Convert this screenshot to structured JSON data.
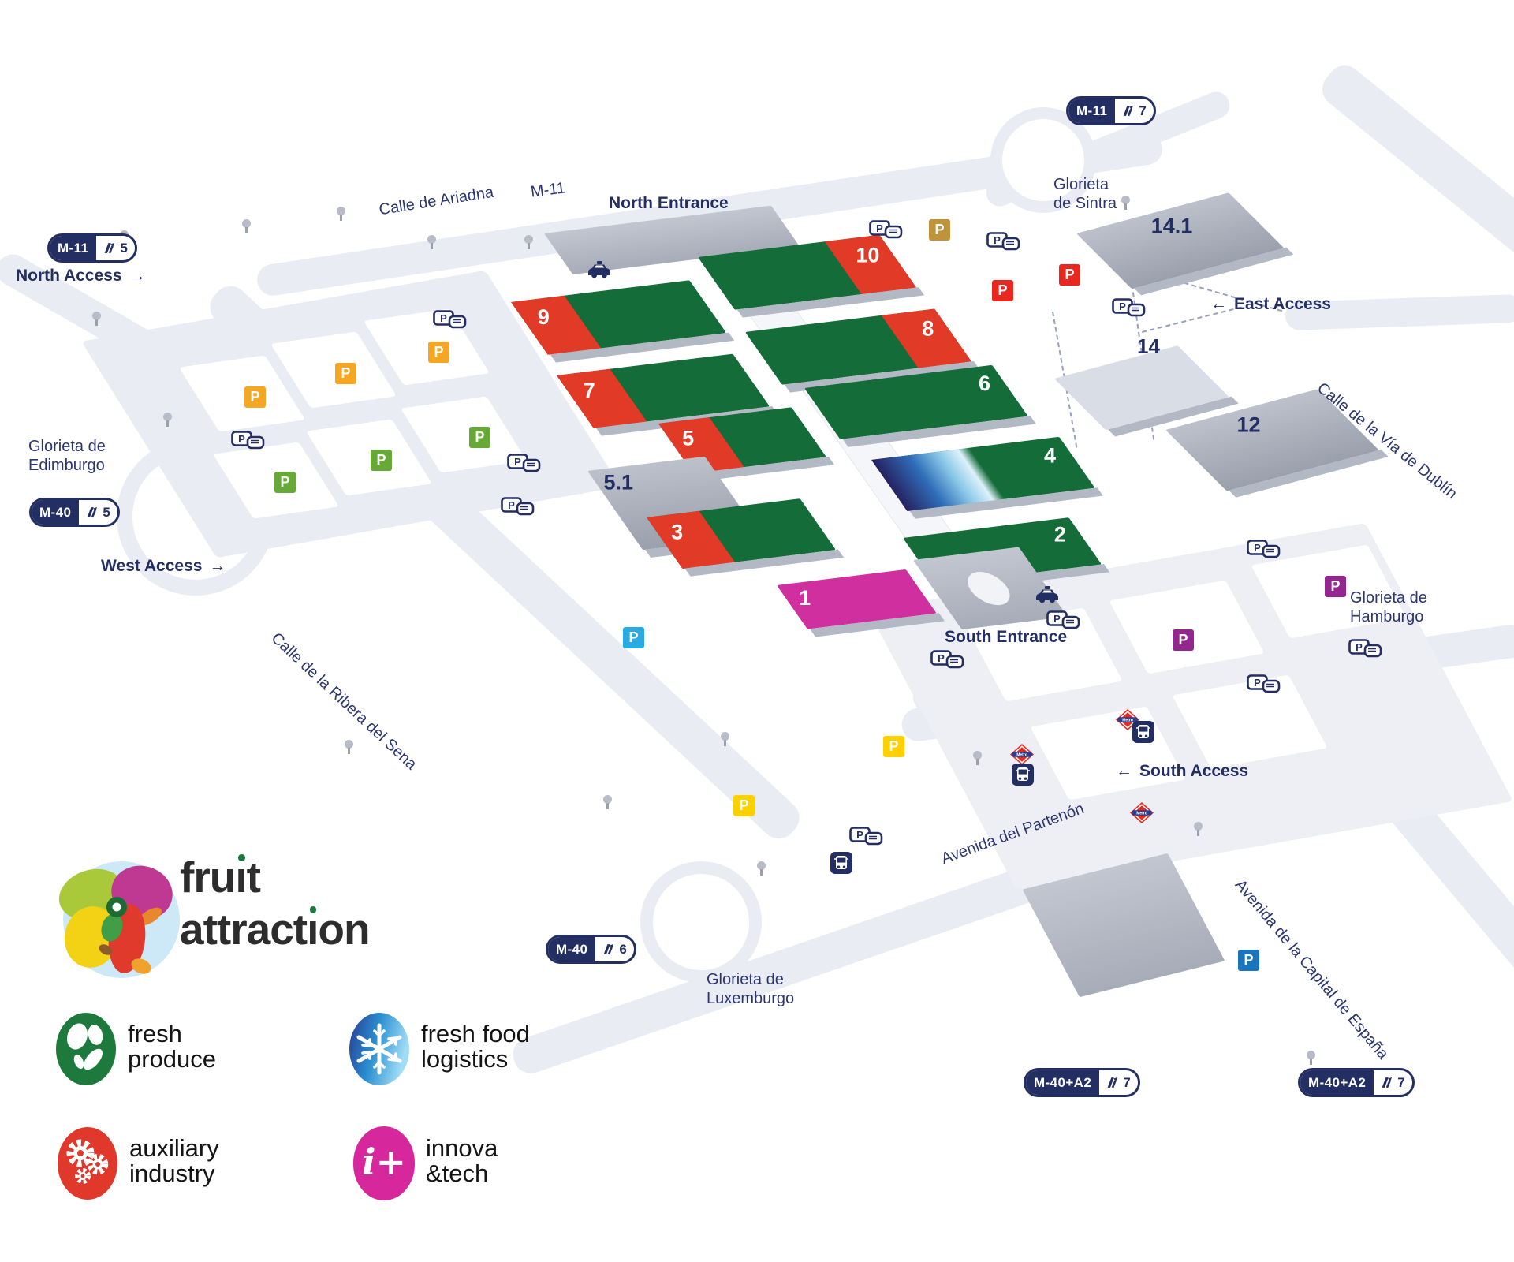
{
  "colors": {
    "navy": "#232e63",
    "hall_green": "#146c38",
    "auxiliary_red": "#e13a26",
    "innova_magenta": "#cf2f9f",
    "logistics_blue_dark": "#262262",
    "logistics_blue_light": "#8ecbe9",
    "hall_gray": "#a6acb8",
    "parking_orange": "#f5a623",
    "parking_green": "#67a937",
    "parking_gold": "#c0923a",
    "parking_red": "#e8281e",
    "parking_cyan": "#29abe2",
    "parking_yellow": "#fdd000",
    "parking_purple": "#93268f",
    "parking_blue": "#1b75bc",
    "metro_red": "#e8281e",
    "road_gray": "#e9ecf3"
  },
  "logo": {
    "fruit_parts": [
      "fru",
      "ı",
      "t"
    ],
    "attraction_parts": [
      "attract",
      "ı",
      "on"
    ]
  },
  "legend": {
    "fresh_produce": {
      "line1": "fresh",
      "line2": "produce"
    },
    "fresh_food_logistics": {
      "line1": "fresh food",
      "line2": "logistics"
    },
    "auxiliary_industry": {
      "line1": "auxiliary",
      "line2": "industry"
    },
    "innova_tech": {
      "line1": "innova",
      "line2": "&tech",
      "icon_text": "i+"
    }
  },
  "badges": {
    "m11_7": {
      "road": "M-11",
      "exit": "7"
    },
    "m11_5": {
      "road": "M-11",
      "exit": "5"
    },
    "m40_5": {
      "road": "M-40",
      "exit": "5"
    },
    "m40_6": {
      "road": "M-40",
      "exit": "6"
    },
    "m40a2_7a": {
      "road": "M-40+A2",
      "exit": "7"
    },
    "m40a2_7b": {
      "road": "M-40+A2",
      "exit": "7"
    }
  },
  "access": {
    "north": {
      "text": "North Access",
      "arrow": "→"
    },
    "east": {
      "text": "East Access",
      "arrow": "←"
    },
    "west": {
      "text": "West Access",
      "arrow": "→"
    },
    "south": {
      "text": "South Access",
      "arrow": "←"
    }
  },
  "entrances": {
    "north": "North Entrance",
    "south": "South Entrance"
  },
  "streets": {
    "ariadna": "Calle de Ariadna",
    "m11": "M-11",
    "sena": "Calle de la Ribera del Sena",
    "dublin": "Calle de la Vía de Dublín",
    "partenon": "Avenida del Partenón",
    "capital": "Avenida de la Capital de España"
  },
  "roundabouts": {
    "sintra": {
      "line1": "Glorieta",
      "line2": "de Sintra"
    },
    "edimburgo": {
      "line1": "Glorieta de",
      "line2": "Edimburgo"
    },
    "hamburgo": {
      "line1": "Glorieta de",
      "line2": "Hamburgo"
    },
    "luxemburgo": {
      "line1": "Glorieta de",
      "line2": "Luxemburgo"
    }
  },
  "halls": {
    "h1": {
      "num": "1",
      "sector": "innova-tech"
    },
    "h2": {
      "num": "2",
      "sector": "fresh-produce"
    },
    "h3": {
      "num": "3",
      "sector": "fresh-produce / auxiliary-industry"
    },
    "h4": {
      "num": "4",
      "sector": "fresh-produce / fresh-food-logistics"
    },
    "h5": {
      "num": "5",
      "sector": "fresh-produce / auxiliary-industry"
    },
    "h51": {
      "num": "5.1",
      "sector": "general"
    },
    "h6": {
      "num": "6",
      "sector": "fresh-produce"
    },
    "h7": {
      "num": "7",
      "sector": "fresh-produce / auxiliary-industry"
    },
    "h8": {
      "num": "8",
      "sector": "fresh-produce / auxiliary-industry"
    },
    "h9": {
      "num": "9",
      "sector": "fresh-produce / auxiliary-industry"
    },
    "h10": {
      "num": "10",
      "sector": "fresh-produce / auxiliary-industry"
    },
    "h12": {
      "num": "12",
      "sector": "general"
    },
    "h14": {
      "num": "14",
      "sector": "general"
    },
    "h141": {
      "num": "14.1",
      "sector": "general"
    }
  },
  "parking": {
    "letter": "P",
    "card_letter": "P"
  },
  "transport": {
    "metro_label": "Metro"
  }
}
